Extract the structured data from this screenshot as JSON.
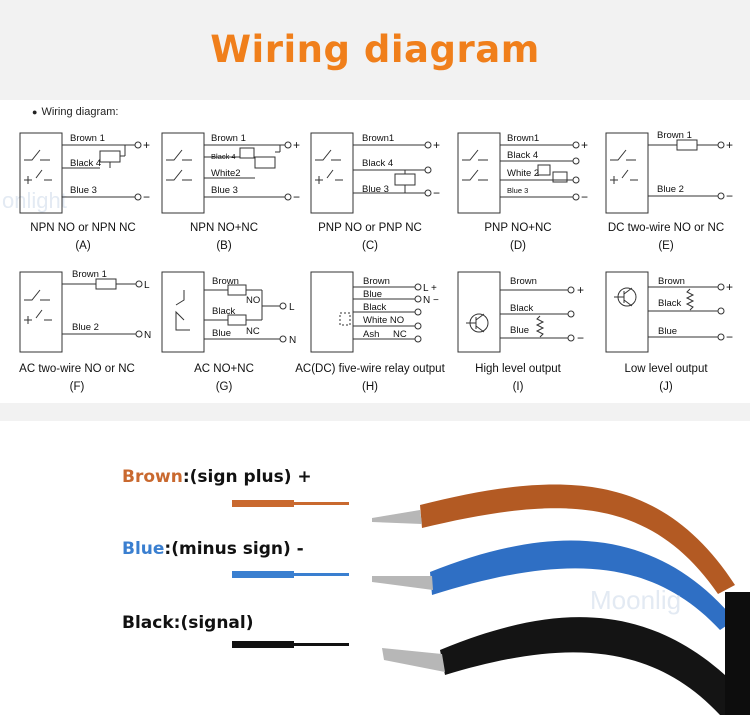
{
  "title": "Wiring diagram",
  "sub_heading": "Wiring diagram:",
  "diagrams": [
    {
      "caption": "NPN NO or NPN NC",
      "letter": "(A)",
      "labels": [
        "Brown 1",
        "Black 4",
        "Blue 3"
      ],
      "terminals": [
        "+",
        "−"
      ]
    },
    {
      "caption": "NPN NO+NC",
      "letter": "(B)",
      "labels": [
        "Brown 1",
        "Black 4",
        "White2",
        "Blue 3"
      ],
      "terminals": [
        "+",
        "−"
      ]
    },
    {
      "caption": "PNP NO or PNP NC",
      "letter": "(C)",
      "labels": [
        "Brown1",
        "Black 4",
        "Blue 3"
      ],
      "terminals": [
        "+",
        "−"
      ]
    },
    {
      "caption": "PNP NO+NC",
      "letter": "(D)",
      "labels": [
        "Brown1",
        "Black 4",
        "White 2",
        "Blue 3"
      ],
      "terminals": [
        "+",
        "−"
      ]
    },
    {
      "caption": "DC two-wire NO or NC",
      "letter": "(E)",
      "labels": [
        "Brown 1",
        "Blue 2"
      ],
      "terminals": [
        "+",
        "−"
      ]
    },
    {
      "caption": "AC two-wire NO or NC",
      "letter": "(F)",
      "labels": [
        "Brown 1",
        "Blue 2"
      ],
      "terminals": [
        "L",
        "N"
      ]
    },
    {
      "caption": "AC NO+NC",
      "letter": "(G)",
      "labels": [
        "Brown",
        "NO",
        "Black",
        "NC",
        "Blue"
      ],
      "terminals": [
        "L",
        "N"
      ]
    },
    {
      "caption": "AC(DC) five-wire relay output",
      "letter": "(H)",
      "labels": [
        "Brown",
        "Blue",
        "Black",
        "White NO",
        "Ash",
        "NC"
      ],
      "terminals": [
        "L +",
        "N −"
      ]
    },
    {
      "caption": "High level output",
      "letter": "(I)",
      "labels": [
        "Brown",
        "Black",
        "Blue"
      ],
      "terminals": [
        "+",
        "−"
      ]
    },
    {
      "caption": "Low level output",
      "letter": "(J)",
      "labels": [
        "Brown",
        "Black",
        "Blue"
      ],
      "terminals": [
        "+",
        "−"
      ]
    }
  ],
  "wires": [
    {
      "color_word": "Brown",
      "rest": ":(sign plus) +",
      "color": "#c9692f"
    },
    {
      "color_word": "Blue",
      "rest": ":(minus sign) -",
      "color": "#3a7fd0"
    },
    {
      "color_word": "Black",
      "rest": ":(signal)",
      "color": "#111111"
    }
  ],
  "watermarks": [
    "onlight",
    "Moonlig"
  ]
}
